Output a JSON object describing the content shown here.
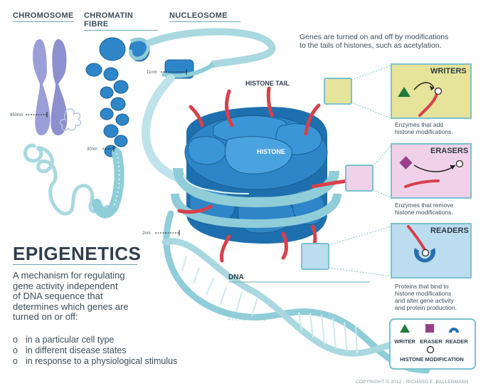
{
  "headers": {
    "chromosome": "CHROMOSOME",
    "chromatin_fibre": "CHROMATIN FIBRE",
    "nucleosome": "NUCLEOSOME"
  },
  "dimensions": {
    "d850": "850nm",
    "d30": "30nm",
    "d11": "11nm",
    "d2": "2nm"
  },
  "intro": {
    "line1": "Genes are turned on and off by modifications",
    "line2": "to the tails of histones, such as acetylation."
  },
  "labels": {
    "histone_tail": "HISTONE TAIL",
    "histone": "HISTONE",
    "dna": "DNA",
    "dna_bases": "A T C A G T A G T C"
  },
  "panels": {
    "writers": {
      "title": "WRITERS",
      "caption1": "Enzymes that add",
      "caption2": "histone modifications.",
      "color": "#e6e39a"
    },
    "erasers": {
      "title": "ERASERS",
      "caption1": "Enzymes that remove",
      "caption2": "histone modifications.",
      "color": "#efd2e9"
    },
    "readers": {
      "title": "READERS",
      "caption1": "Proteins that bind to",
      "caption2": "histone modifications",
      "caption3": "and alter gene activity",
      "caption4": "and protein production.",
      "color": "#bcdcef"
    }
  },
  "title": "EPIGENETICS",
  "description": {
    "line1": "A mechanism for regulating",
    "line2": "gene activity independent",
    "line3": "of DNA sequence that",
    "line4": "determines which genes are",
    "line5": "turned on or off:"
  },
  "bullets": {
    "marker": "o",
    "items": [
      "in a particular cell type",
      "in different disease states",
      "in response to a physiological stimulus"
    ]
  },
  "legend": {
    "writer": "WRITER",
    "eraser": "ERASER",
    "reader": "READER",
    "modification": "HISTONE MODIFICATION"
  },
  "copyright": "COPYRIGHT © 2012 - RICHARD E. BALLERMANN",
  "colors": {
    "histone_blue": "#2e86c8",
    "dna_teal": "#8fcdd8",
    "tail_red": "#d8404a",
    "chromosome_purple": "#9b9fd8",
    "writer_green": "#1f7a3c",
    "eraser_purple": "#9a3e8c",
    "reader_blue": "#2670b0"
  }
}
